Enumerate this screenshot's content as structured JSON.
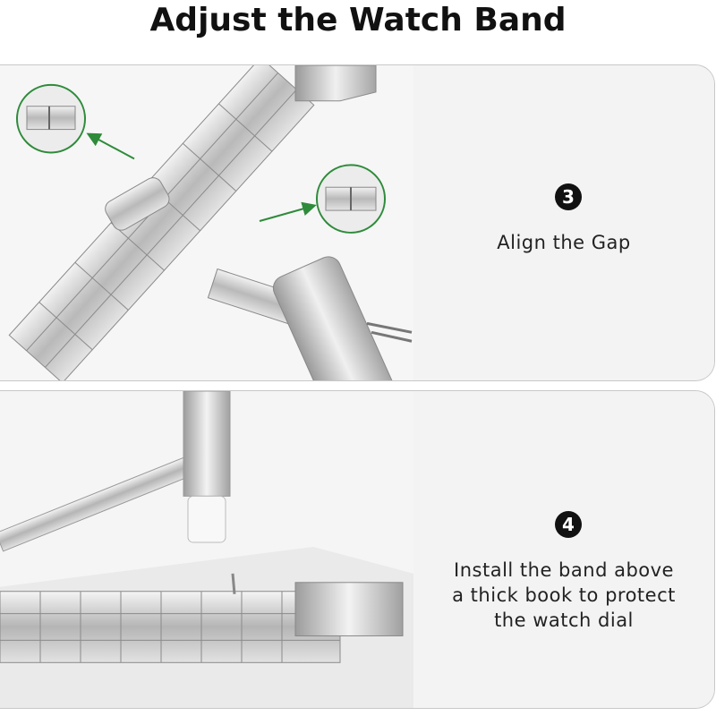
{
  "title": "Adjust the Watch Band",
  "steps": [
    {
      "number": "3",
      "caption_lines": [
        "Align the Gap"
      ]
    },
    {
      "number": "4",
      "caption_lines": [
        "Install the band above",
        "a thick book to protect",
        "the watch dial"
      ]
    }
  ],
  "colors": {
    "accent_arrow": "#2e8b3a",
    "badge": "#111111",
    "panel_border": "#c8c8c8"
  },
  "images": [
    {
      "name": "align-gap-photo"
    },
    {
      "name": "hammer-pin-photo"
    }
  ]
}
